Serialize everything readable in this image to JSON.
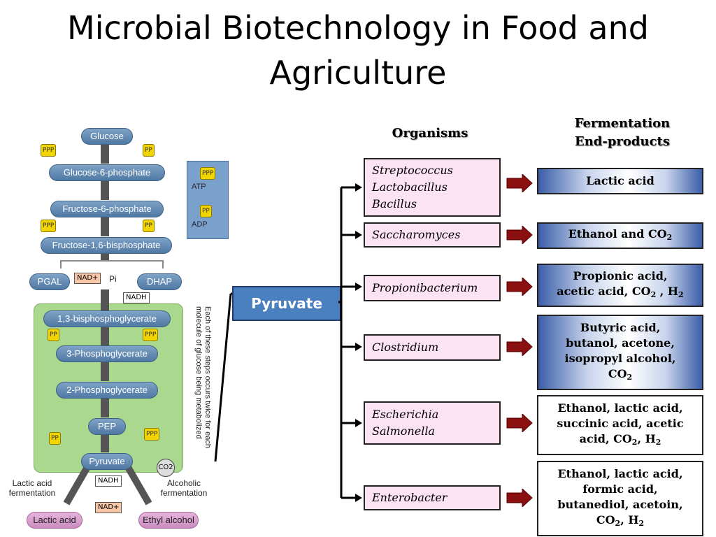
{
  "title_line1": "Microbial Biotechnology in Food and",
  "title_line2": "Agriculture",
  "pathway": {
    "glucose": "Glucose",
    "g6p": "Glucose-6-phosphate",
    "f6p": "Fructose-6-phosphate",
    "f16bp": "Fructose-1,6-bisphosphate",
    "pgal": "PGAL",
    "dhap": "DHAP",
    "bpg13": "1,3-bisphosphoglycerate",
    "pg3": "3-Phosphoglycerate",
    "pg2": "2-Phosphoglycerate",
    "pep": "PEP",
    "pyruvate": "Pyruvate",
    "lactic_acid": "Lactic acid",
    "ethyl_alcohol": "Ethyl alcohol",
    "lactic_ferm_l1": "Lactic acid",
    "lactic_ferm_l2": "fermentation",
    "alc_ferm_l1": "Alcoholic",
    "alc_ferm_l2": "fermentation",
    "nad_plus": "NAD+",
    "nadh": "NADH",
    "pi": "Pi",
    "co2": "CO2",
    "atp_coin": "PPP",
    "adp_coin": "PP",
    "legend_atp": "ATP",
    "legend_adp": "ADP",
    "side_note": "Each of these steps occurs twice for each molecule of glucose being metabolized"
  },
  "central_label": "Pyruvate",
  "headers": {
    "organisms": "Organisms",
    "endproducts_l1": "Fermentation",
    "endproducts_l2": "End-products"
  },
  "rows": [
    {
      "organisms": [
        "Streptococcus",
        "Lactobacillus",
        "Bacillus"
      ],
      "products_html": "Lactic acid",
      "style": "grad"
    },
    {
      "organisms": [
        "Saccharomyces"
      ],
      "products_html": "Ethanol and CO<sub>2</sub>",
      "style": "grad"
    },
    {
      "organisms": [
        "Propionibacterium"
      ],
      "products_html": "Propionic acid,<br>acetic acid, CO<sub>2</sub> , H<sub>2</sub>",
      "style": "grad"
    },
    {
      "organisms": [
        "Clostridium"
      ],
      "products_html": "Butyric acid,<br>butanol, acetone,<br>isopropyl alcohol,<br>CO<sub>2</sub>",
      "style": "grad"
    },
    {
      "organisms": [
        "Escherichia",
        "Salmonella"
      ],
      "products_html": "Ethanol, lactic acid,<br>succinic acid, acetic<br>acid, CO<sub>2</sub>, H<sub>2</sub>",
      "style": "white"
    },
    {
      "organisms": [
        "Enterobacter"
      ],
      "products_html": "Ethanol, lactic acid,<br>formic acid,<br>butanediol, acetoin,<br>CO<sub>2</sub>, H<sub>2</sub>",
      "style": "white"
    }
  ]
}
